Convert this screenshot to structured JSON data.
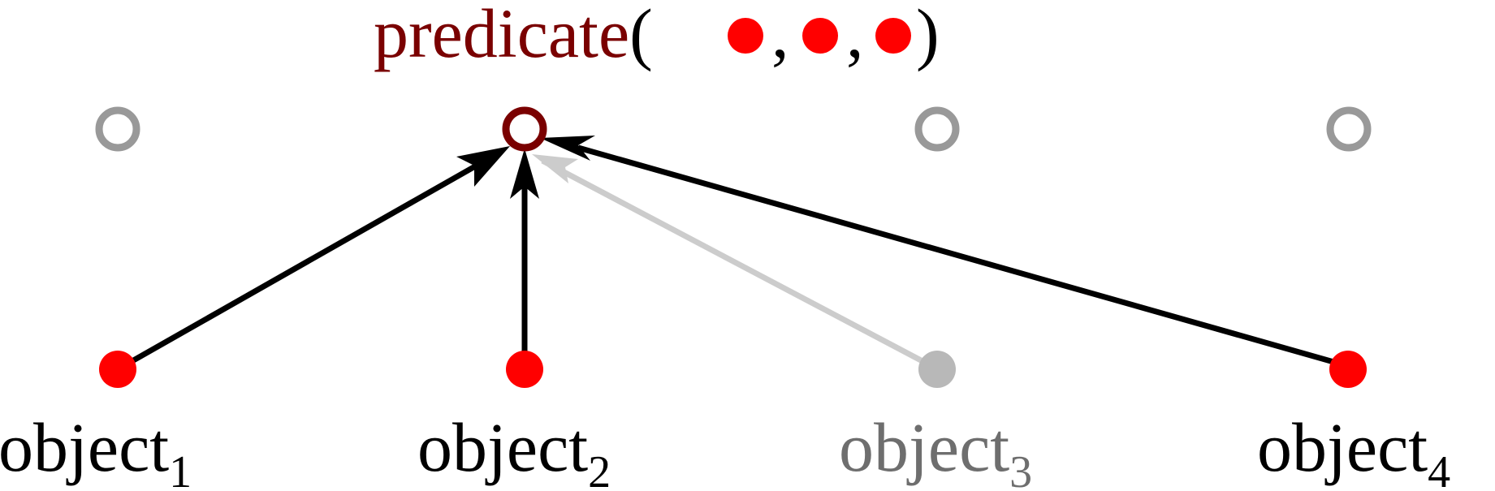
{
  "predicate": {
    "name": "predicate",
    "open_paren": "(",
    "comma": ",",
    "close_paren": ")",
    "argument_count": 3
  },
  "objects": [
    {
      "base": "object",
      "index": "1",
      "state": "active"
    },
    {
      "base": "object",
      "index": "2",
      "state": "active"
    },
    {
      "base": "object",
      "index": "3",
      "state": "inactive"
    },
    {
      "base": "object",
      "index": "4",
      "state": "active"
    }
  ],
  "edges": [
    {
      "from": "object_1",
      "to": "predicate_node_2",
      "state": "active"
    },
    {
      "from": "object_2",
      "to": "predicate_node_2",
      "state": "active"
    },
    {
      "from": "object_3",
      "to": "predicate_node_2",
      "state": "inactive"
    },
    {
      "from": "object_4",
      "to": "predicate_node_2",
      "state": "active"
    }
  ],
  "colors": {
    "predicate": "#7a0000",
    "active_dot": "#ff0000",
    "inactive_dot": "#b8b8b8",
    "inactive_label": "#6e6e6e",
    "unselected_ring": "#999999",
    "active_edge": "#000000",
    "inactive_edge": "#cccccc",
    "text": "#000000"
  }
}
